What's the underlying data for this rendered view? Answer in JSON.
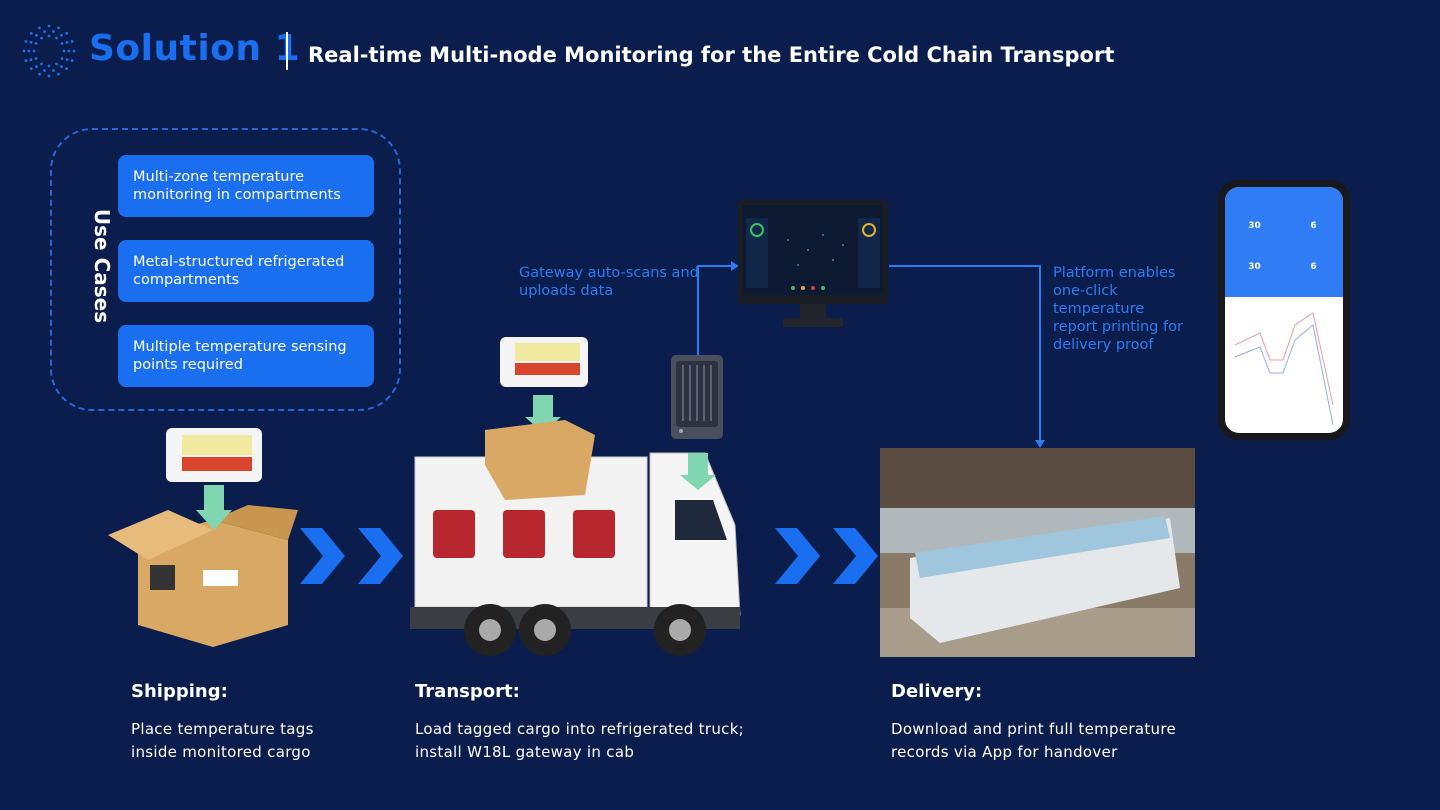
{
  "header": {
    "solution": "Solution 1",
    "title": "Real-time Multi-node Monitoring for the Entire Cold Chain Transport"
  },
  "use_cases": {
    "label": "Use Cases",
    "items": [
      "Multi-zone temperature monitoring in compartments",
      "Metal-structured refrigerated compartments",
      "Multiple temperature sensing points required"
    ]
  },
  "notes": {
    "gateway": "Gateway auto-scans and uploads data",
    "platform": "Platform enables one-click temperature report printing for delivery proof"
  },
  "phone": {
    "values": [
      "30",
      "6",
      "30",
      "6"
    ]
  },
  "stages": [
    {
      "title": "Shipping:",
      "desc": [
        "Place temperature tags",
        "inside monitored cargo"
      ]
    },
    {
      "title": "Transport:",
      "desc": [
        "Load tagged cargo into refrigerated truck;",
        "install W18L gateway in cab"
      ]
    },
    {
      "title": "Delivery:",
      "desc": [
        "Download and print full temperature",
        "records via App for handover"
      ]
    }
  ],
  "colors": {
    "background": "#0b1d4c",
    "accent": "#1a6ff0",
    "note": "#2b7cf2"
  }
}
